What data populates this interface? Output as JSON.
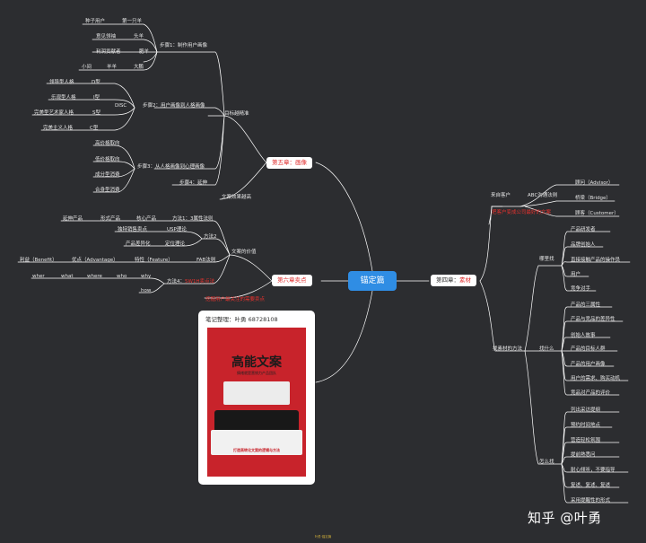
{
  "center": "锚定篇",
  "chapters": {
    "ch5": "第五章：画像",
    "ch6": "第六章卖点",
    "ch4_prefix": "第四章：",
    "ch4_highlight": "素材"
  },
  "ch5": {
    "branch_a": "目标越精准",
    "branch_b": "文案效果越高",
    "step1": "步骤1：制作用户画像",
    "step1_items": [
      {
        "left": "种子用户",
        "right": "第一只羊"
      },
      {
        "left": "意见领袖",
        "right": "头羊"
      },
      {
        "left": "利润贡献者",
        "right": "肥羊"
      },
      {
        "left": "小间",
        "right": "羊羊"
      },
      {
        "left": "",
        "right": "大鹏"
      }
    ],
    "step2": "步骤2：用户画像到人格画像",
    "disc": "DISC",
    "disc_items": [
      {
        "left": "领导型人格",
        "right": "D型"
      },
      {
        "left": "乐观型人格",
        "right": "I型"
      },
      {
        "left": "完美型艺术家人格",
        "right": "S型"
      },
      {
        "left": "完美主义人格",
        "right": "C型"
      }
    ],
    "step3": "步骤3：从人格画像到心理画像",
    "step3_items": [
      "高价格取向",
      "低价格取向",
      "成分型消费",
      "合身型消费"
    ],
    "step4": "步骤4：延伸"
  },
  "ch6": {
    "branch": "文案的价值",
    "m1": "方法1：3属性法则",
    "m1_items": [
      "延伸产品",
      "形式产品",
      "核心产品"
    ],
    "m2": "方法2",
    "m2_items": [
      {
        "left": "独特销售卖点",
        "right": "USP理论"
      },
      {
        "left": "产品差异化",
        "right": "定位理论"
      }
    ],
    "fab": "FAB法则",
    "fab_items": [
      "利益（Benefit）",
      "优点（Advantage）",
      "特性（Feature）"
    ],
    "m4_prefix": "方法4：",
    "m4_red": "5W1H卖点法",
    "m4_items": [
      "wher",
      "what",
      "where",
      "who",
      "why"
    ],
    "how": "how",
    "red_note": "挖掘用户最关注的需要卖点"
  },
  "book": {
    "note": "笔记整理：叶勇  68728108",
    "title": "高能文案",
    "subtitle": "情绪就是营销力产品团队",
    "tagline": "打造高转化文案的逻辑与方法"
  },
  "ch4": {
    "source": "来自客户",
    "abc": "ABC沟通法则",
    "abc_items": [
      "顾问（Advisor）",
      "桥梁（Bridge）",
      "顾客（Customer）"
    ],
    "red_note": "把客户变成公司最好的文案",
    "method": "找素材的方法",
    "where": "哪里找",
    "where_items": [
      "产品研发者",
      "品牌创始人",
      "直接接触产品的操作员",
      "用户",
      "竞争对手"
    ],
    "what": "找什么",
    "what_items": [
      "产品的三属性",
      "产品与竞品的差异性",
      "创始人故事",
      "产品的目标人群",
      "产品的用户画像",
      "用户的需求、购买动机",
      "竞品对产品的评价"
    ],
    "how": "怎么找",
    "how_items": [
      "列出采访提纲",
      "预约时间地点",
      "营造轻松氛围",
      "提前熟悉问",
      "耐心倾听，不要指导",
      "复述、复述、复述",
      "采用提醒性的形式"
    ]
  },
  "watermark": "知乎 @叶勇",
  "footer": "叶勇·锚定篇"
}
